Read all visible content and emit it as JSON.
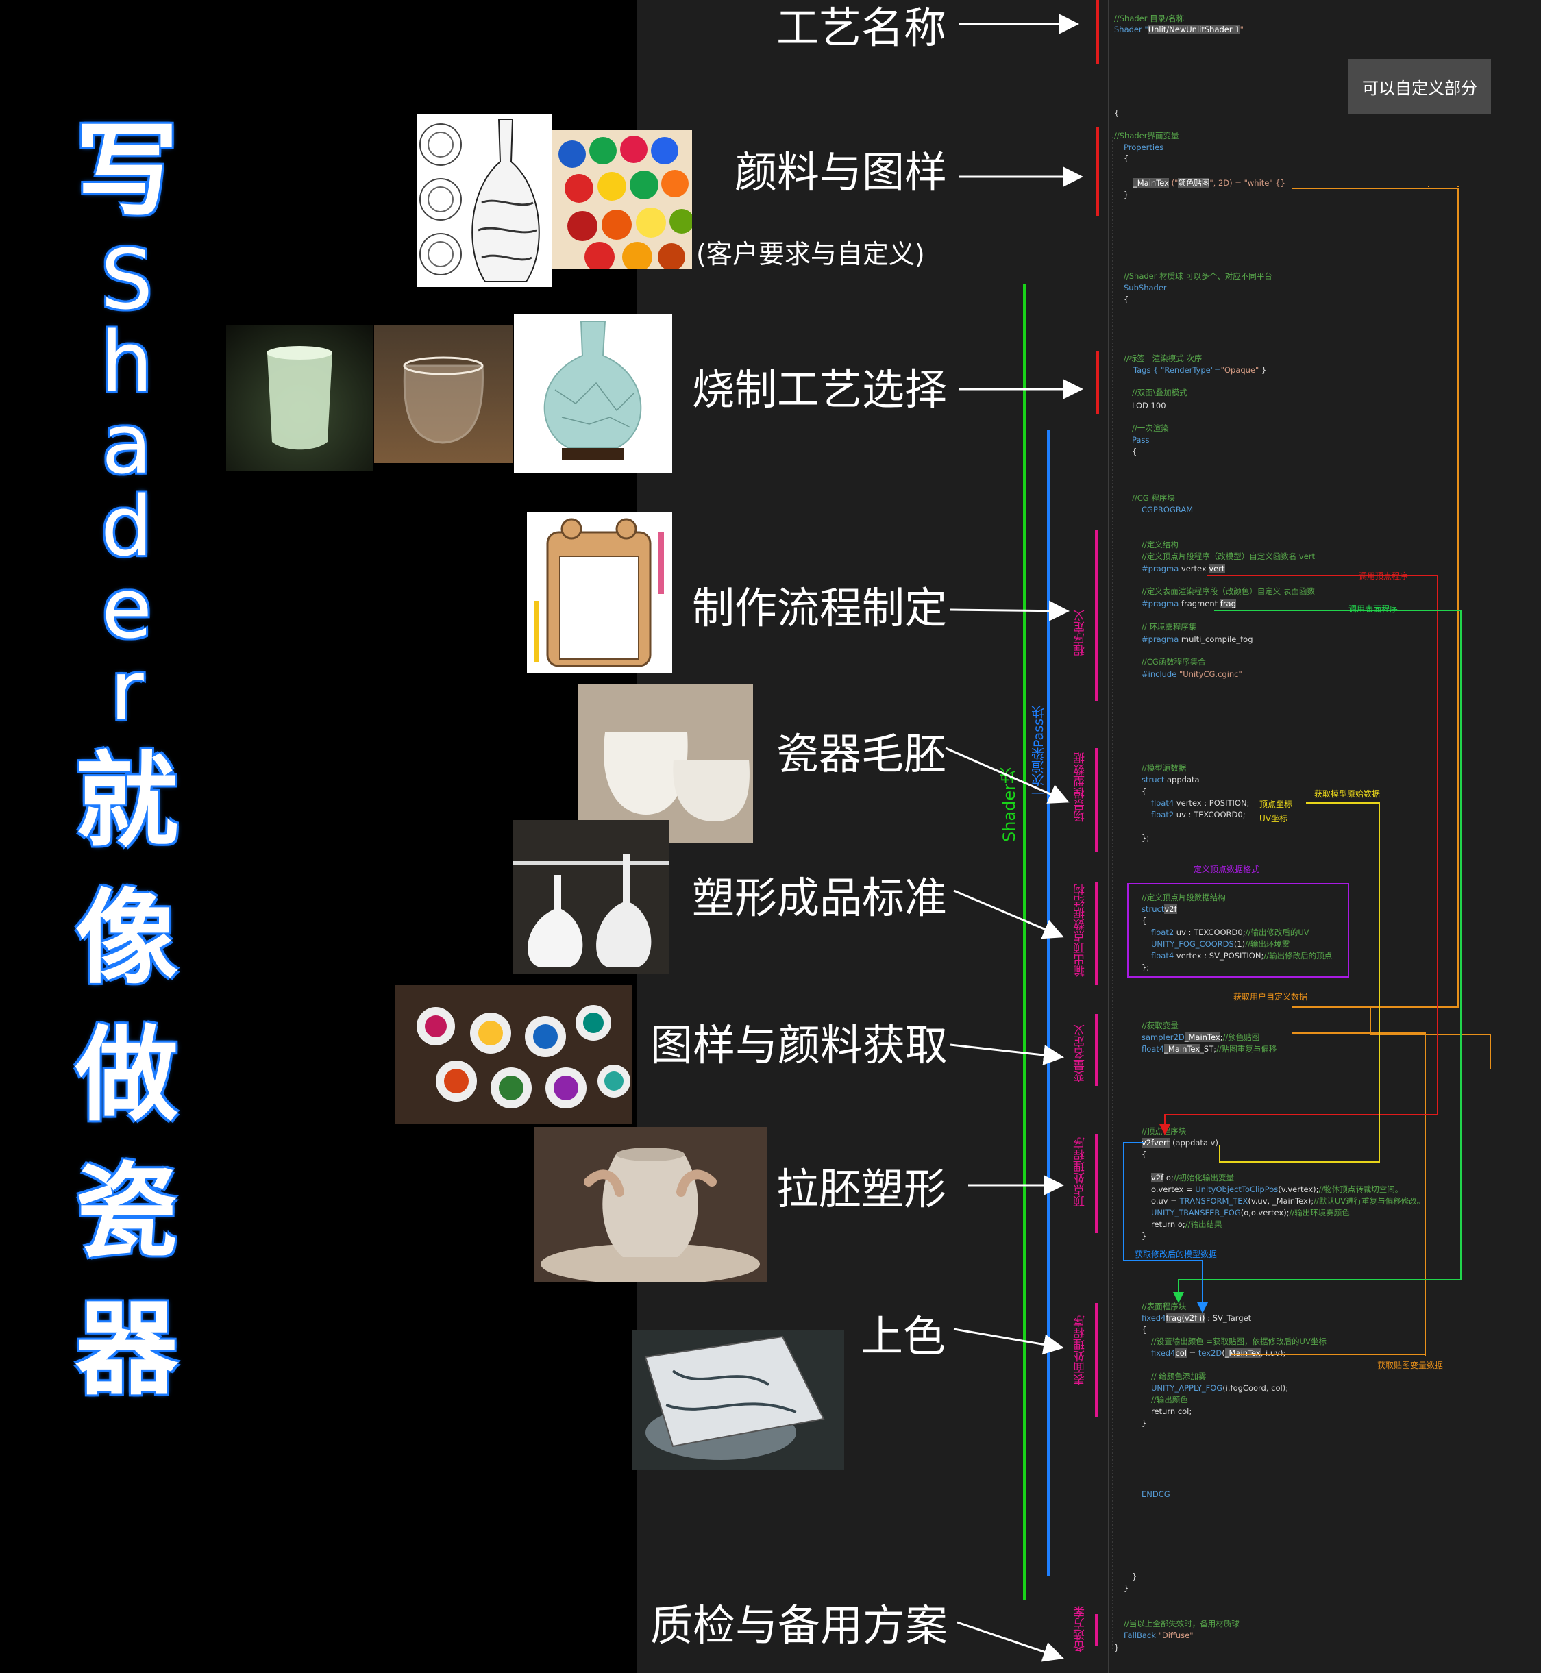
{
  "title_chars": [
    "写",
    "S",
    "h",
    "a",
    "d",
    "e",
    "r",
    "就",
    "像",
    "做",
    "瓷",
    "器"
  ],
  "steps": {
    "s1": "工艺名称",
    "s2": "颜料与图样",
    "s2_sub": "(客户要求与自定义)",
    "s3": "烧制工艺选择",
    "s4": "制作流程制定",
    "s5": "瓷器毛胚",
    "s6": "塑形成品标准",
    "s7": "图样与颜料获取",
    "s8": "拉胚塑形",
    "s9": "上色",
    "s10": "质检与备用方案"
  },
  "blocks": {
    "shader": "Shader块",
    "pass": "一次渲染Pass块",
    "program_def": "程序定义",
    "model_data": "场景模型数据",
    "output_struct": "输出顶点数据结构",
    "var_def": "变量名定义",
    "vertex_prog": "顶点处理程序",
    "surface_prog": "表面处理程序",
    "fallback": "备选方案"
  },
  "custom_box": "可以自定义部分",
  "annotations": {
    "call_vertex": "调用顶点程序",
    "call_surface": "调用表面程序",
    "get_model_data": "获取模型原始数据",
    "vertex_coord": "顶点坐标",
    "uv_coord": "UV坐标",
    "define_vertex_format": "定义顶点数据格式",
    "get_user_vars": "获取用户自定义数据",
    "get_modified_data": "获取修改后的模型数据",
    "get_texture_var": "获取贴图变量数据"
  },
  "code": {
    "l1": "//Shader 目录/名称",
    "l2a": "Shader \"",
    "l2b": "Unlit/NewUnlitShader 1",
    "l2c": "\"",
    "l3": "{",
    "l4": "//Shader界面变量",
    "l5": "Properties",
    "l6": "{",
    "l7a": "_MainTex",
    "l7b": " (\"",
    "l7c": "颜色贴图",
    "l7d": "\", 2D) = \"white\" {}",
    "l8": "}",
    "l9": "//Shader 材质球 可以多个、对应不同平台",
    "l10": "SubShader",
    "l11": "{",
    "l12": "//标签   渲染模式 次序",
    "l13a": "Tags { \"RenderType\"=",
    "l13b": "\"Opaque\"",
    "l13c": " }",
    "l14": "//双面\\叠加模式",
    "l15": "LOD 100",
    "l16": "//一次渲染",
    "l17": "Pass",
    "l18": "{",
    "l19": "//CG 程序块",
    "l20": "CGPROGRAM",
    "l21": "//定义结构",
    "l22": "//定义顶点片段程序（改模型）自定义函数名 vert",
    "l23a": "#pragma",
    "l23b": " vertex ",
    "l23c": "vert",
    "l24": "//定义表面渲染程序段（改颜色）自定义 表面函数",
    "l25a": "#pragma",
    "l25b": " fragment ",
    "l25c": "frag",
    "l26": "// 环境雾程序集",
    "l27a": "#pragma",
    "l27b": " multi_compile_fog",
    "l28": "//CG函数程序集合",
    "l29a": "#include",
    "l29b": " \"UnityCG.cginc\"",
    "l30": "//模型源数据",
    "l31a": "struct",
    "l31b": " appdata",
    "l32": "{",
    "l33a": "float4",
    "l33b": " vertex : POSITION;",
    "l34a": "float2",
    "l34b": " uv : TEXCOORD0;",
    "l35": "};",
    "l36": "//定义顶点片段数据结构",
    "l37a": "struct",
    "l37b": "v2f",
    "l38": "{",
    "l39a": "float2",
    "l39b": " uv : TEXCOORD0;",
    "l39c": "//输出修改后的UV",
    "l40a": "UNITY_FOG_COORDS",
    "l40b": "(1)",
    "l40c": "//输出环境雾",
    "l41a": "float4",
    "l41b": " vertex : SV_POSITION;",
    "l41c": "//输出修改后的顶点",
    "l42": "};",
    "l43": "//获取变量",
    "l44a": "sampler2D",
    "l44b": "_MainTex",
    "l44c": ";",
    "l44d": "//颜色贴图",
    "l45a": "float4",
    "l45b": "_MainTex",
    "l45c": "_ST;",
    "l45d": "//贴图重复与偏移",
    "l46": "//顶点程序块",
    "l47a": "v2f",
    "l47b": "vert",
    "l47c": " (appdata v)",
    "l48": "{",
    "l49a": "v2f",
    "l49b": " o;",
    "l49c": "//初始化输出变量",
    "l50a": "o.vertex = ",
    "l50b": "UnityObjectToClipPos",
    "l50c": "(v.vertex);",
    "l50d": "//物体顶点转裁切空间。",
    "l51a": "o.uv = ",
    "l51b": "TRANSFORM_TEX",
    "l51c": "(v.uv, _MainTex);",
    "l51d": "//默认UV进行重复与偏移修改。",
    "l52a": "UNITY_TRANSFER_FOG",
    "l52b": "(o,o.vertex);",
    "l52c": "//输出环境雾颜色",
    "l53": "return o;",
    "l53b": "//输出结果",
    "l54": "}",
    "l55": "//表面程序块",
    "l56a": "fixed4",
    "l56b": "frag",
    "l56c": "(v2f i)",
    "l56d": " : SV_Target",
    "l57": "{",
    "l58": "//设置输出颜色 =获取贴图，依据修改后的UV坐标",
    "l59a": "fixed4",
    "l59b": "col",
    "l59c": " = ",
    "l59d": "tex2D",
    "l59e": "(",
    "l59f": "_MainTex",
    "l59g": ", i.uv);",
    "l60": "// 给颜色添加雾",
    "l61a": "UNITY_APPLY_FOG",
    "l61b": "(i.fogCoord, col);",
    "l62": "//输出颜色",
    "l63": "return col;",
    "l64": "}",
    "l65": "ENDCG",
    "l66": "}",
    "l67": "}",
    "l68": "//当以上全部失效时，备用材质球",
    "l69a": "FallBack ",
    "l69b": "\"Diffuse\"",
    "l70": "}"
  },
  "colors": {
    "title_glow": "#1d7cff",
    "shader_line": "#19d219",
    "pass_line": "#1e7fff",
    "red": "#e01b1b",
    "magenta": "#e0148c",
    "orange": "#e8901a",
    "yellow": "#e8d51a",
    "green_arrow": "#21d54c",
    "purple": "#a91be3",
    "blue": "#1e8cff"
  },
  "icons": [
    "vase-sketch-icon",
    "paint-jars-icon",
    "celadon-cup-icon",
    "glass-cup-icon",
    "crackle-vase-icon",
    "clipboard-icon",
    "raw-bowls-icon",
    "white-vases-icon",
    "pigment-dishes-icon",
    "pottery-wheel-icon",
    "painting-plate-icon"
  ]
}
